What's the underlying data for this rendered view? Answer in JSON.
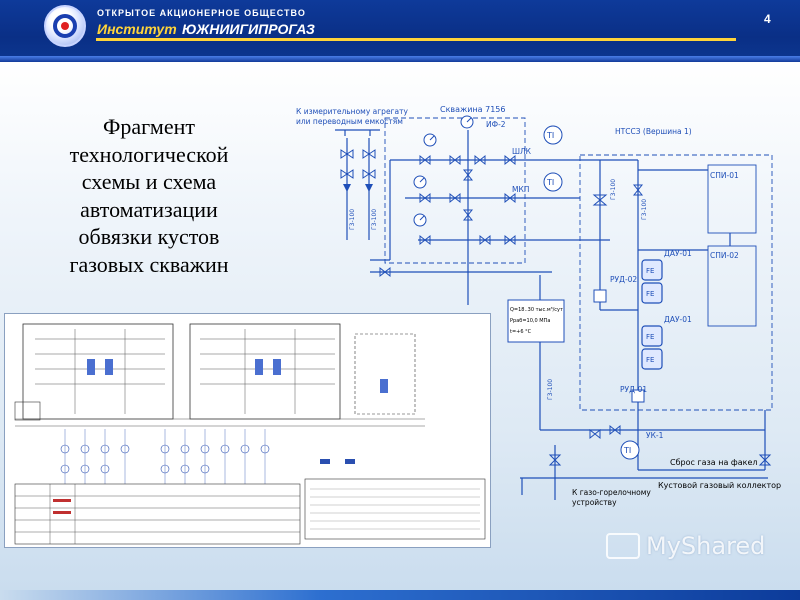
{
  "header": {
    "company_type": "ОТКРЫТОЕ АКЦИОНЕРНОЕ ОБЩЕСТВО",
    "institute": "Институт",
    "name": "ЮЖНИИГИПРОГАЗ",
    "page_number": "4"
  },
  "title": {
    "lines": [
      "Фрагмент",
      "технологической",
      "схемы и схема",
      "автоматизации",
      "обвязки кустов",
      "газовых скважин"
    ]
  },
  "scheme": {
    "top_note": [
      "К измерительному агрегату",
      "или переводным емкостям"
    ],
    "well": "Скважина 7156",
    "gauge_top": "ИФ-2",
    "label_ulk": "ШЛК",
    "label_mkp": "МКП",
    "label_ntss": "НТССЗ (Вершина 1)",
    "label_spi1": "СПИ-01",
    "label_spi2": "СПИ-02",
    "label_rud1": "РУД-02",
    "label_rud2": "РУД-01",
    "label_day1": "ДАУ-01",
    "label_day2": "ДАУ-01",
    "label_uk": "УК-1",
    "ti": "TI",
    "fe": "FE",
    "param_box": [
      "Q=18..30 тыс.м³/сут",
      "Pраб=10,0 МПа",
      "t=+6 °С"
    ],
    "bottom_collector": "Кустовой газовый коллектор",
    "bottom_flare": "Сброс газа на факел",
    "bottom_unit": [
      "К газо-горелочному",
      "устройству"
    ],
    "pipe_labels": [
      "Г3-100",
      "Г3-100",
      "Г3-100",
      "Г3-100",
      "Г3-100"
    ]
  },
  "watermark": {
    "text": "MyShared"
  },
  "colors": {
    "header_blue": "#0a2f86",
    "accent_yellow": "#ffd43a",
    "scheme_blue": "#1f4fb8"
  }
}
